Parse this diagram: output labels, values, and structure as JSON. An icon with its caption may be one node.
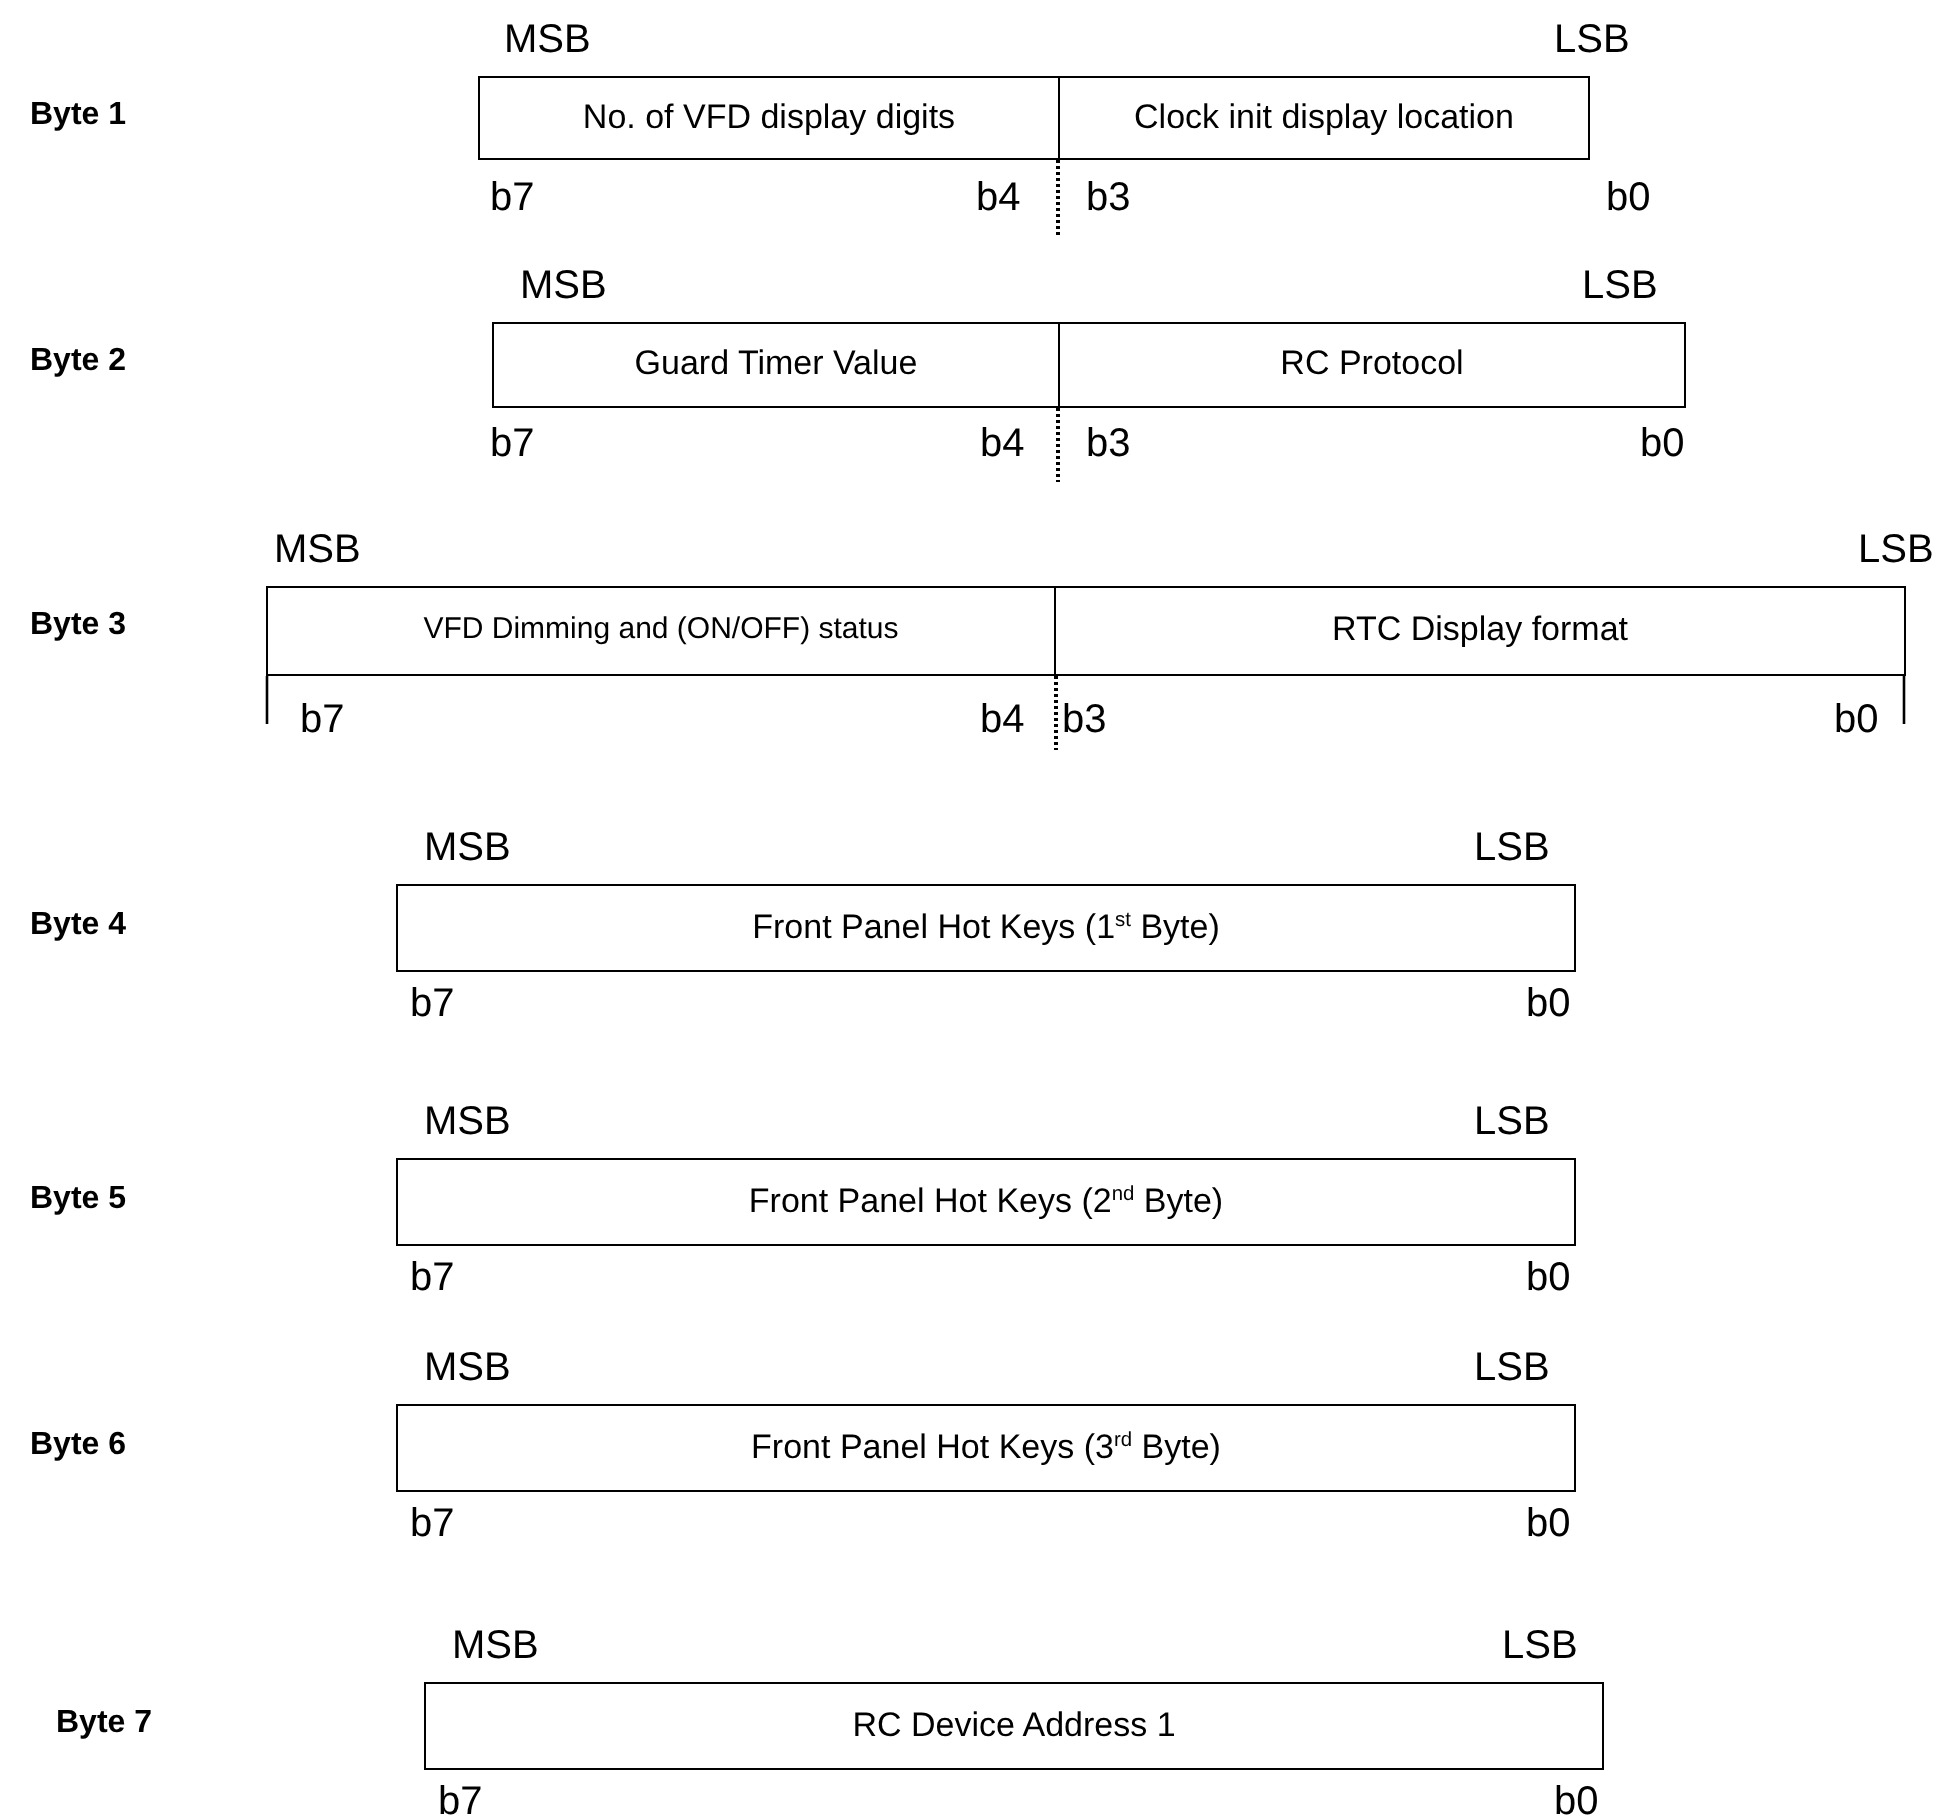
{
  "diagram": {
    "nodes": [
      {
        "text": [
          "No. of VFD display digits"
        ]
      },
      {
        "text": [
          "Clock init display location"
        ]
      },
      {
        "text": [
          "Guard Timer Value"
        ]
      },
      {
        "text": [
          "RC Protocol"
        ]
      },
      {
        "text": [
          "VFD Dimming and  (ON/OFF) status"
        ]
      },
      {
        "text": [
          "RTC Display format"
        ]
      },
      {
        "text": [
          "Front Panel Hot Keys (1$^{st}$ Byte)"
        ]
      },
      {
        "text": [
          "Front Panel Hot Keys (2$^{nd}$ Byte)"
        ]
      },
      {
        "text": [
          "Front Panel Hot Keys (3$^{rd}$ Byte)"
        ]
      },
      {
        "text": [
          "RC Device Address 1"
        ]
      }
    ],
    "labels": [
      "MSB",
      "LSB",
      "Byte 1",
      "b7",
      "b4",
      "b3",
      "b0",
      "MSB",
      "LSB",
      "Byte 2",
      "b7",
      "b4",
      "b3",
      "b0",
      "MSB",
      "LSB",
      "Byte 3",
      "b7",
      "b4",
      "b3",
      "b0",
      "MSB",
      "LSB",
      "Byte 4",
      "b7",
      "b0",
      "MSB",
      "LSB",
      "Byte 5",
      "b7",
      "b0",
      "MSB",
      "LSB",
      "Byte 6",
      "b7",
      "b0",
      "MSB",
      "LSB",
      "Byte 7",
      "b7",
      "b0"
    ]
  }
}
